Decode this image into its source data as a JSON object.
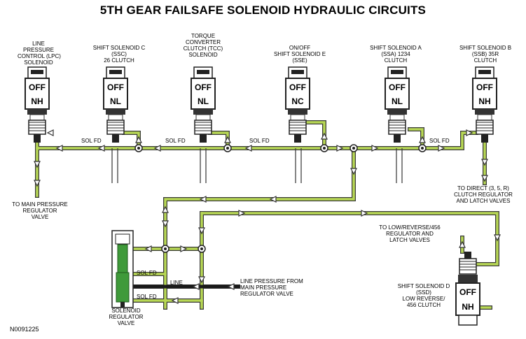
{
  "title": "5TH GEAR FAILSAFE SOLENOID HYDRAULIC CIRCUITS",
  "figure_id": "N0091225",
  "colors": {
    "fluid": "#b8d855",
    "pipe_outline": "#3a3a3a",
    "body": "#222222",
    "label_bg": "#ffffff"
  },
  "solenoids": [
    {
      "name_lines": [
        "LINE",
        "PRESSURE",
        "CONTROL (LPC)",
        "SOLENOID"
      ],
      "state": "OFF",
      "type": "NH"
    },
    {
      "name_lines": [
        "SHIFT SOLENOID C",
        "(SSC)",
        "26 CLUTCH"
      ],
      "state": "OFF",
      "type": "NL"
    },
    {
      "name_lines": [
        "TORQUE",
        "CONVERTER",
        "CLUTCH (TCC)",
        "SOLENOID"
      ],
      "state": "OFF",
      "type": "NL"
    },
    {
      "name_lines": [
        "ON/OFF",
        "SHIFT SOLENOID E",
        "(SSE)"
      ],
      "state": "OFF",
      "type": "NC"
    },
    {
      "name_lines": [
        "SHIFT SOLENOID A",
        "(SSA) 1234",
        "CLUTCH"
      ],
      "state": "OFF",
      "type": "NL"
    },
    {
      "name_lines": [
        "SHIFT SOLENOID B",
        "(SSB) 35R",
        "CLUTCH"
      ],
      "state": "OFF",
      "type": "NH"
    },
    {
      "name_lines": [
        "SHIFT SOLENOID D",
        "(SSD)",
        "LOW REVERSE/",
        "456 CLUTCH"
      ],
      "state": "OFF",
      "type": "NH"
    }
  ],
  "circuit_labels": {
    "sol_fd": "SOL FD",
    "line": "LINE"
  },
  "destinations": {
    "main_pressure_regulator": [
      "TO MAIN PRESSURE",
      "REGULATOR",
      "VALVE"
    ],
    "direct_clutch": [
      "TO DIRECT (3, 5, R)",
      "CLUTCH REGULATOR",
      "AND LATCH VALVES"
    ],
    "low_reverse": [
      "TO LOW/REVERSE/456",
      "REGULATOR AND",
      "LATCH VALVES"
    ],
    "line_pressure_from": [
      "LINE PRESSURE FROM",
      "MAIN PRESSURE",
      "REGULATOR VALVE"
    ],
    "solenoid_regulator": [
      "SOLENOID",
      "REGULATOR",
      "VALVE"
    ]
  }
}
